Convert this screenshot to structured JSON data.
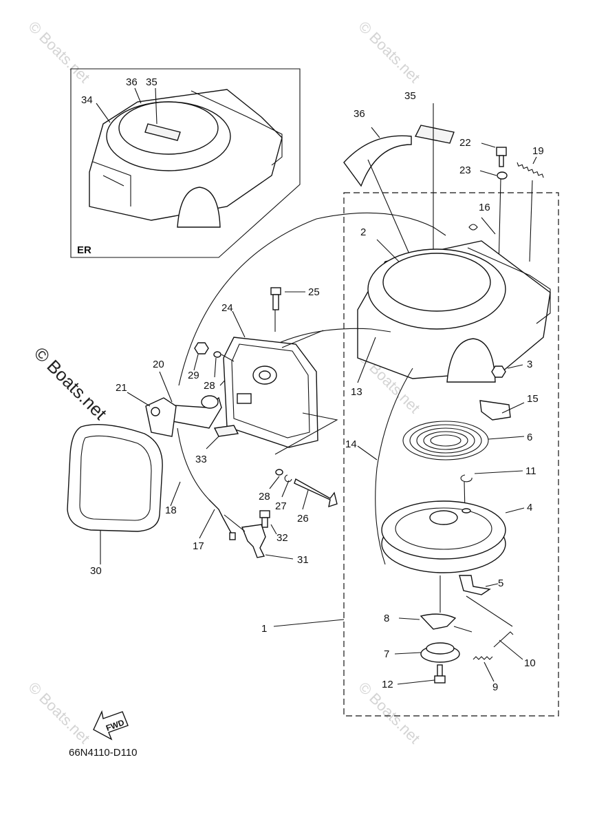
{
  "diagram": {
    "inset_label": "ER",
    "diagram_code": "66N4110-D110",
    "fwd_label": "FWD",
    "watermark": "© Boats.net",
    "callouts": {
      "c1": "1",
      "c2": "2",
      "c3": "3",
      "c4": "4",
      "c5": "5",
      "c6": "6",
      "c7": "7",
      "c8": "8",
      "c9": "9",
      "c10": "10",
      "c11": "11",
      "c12": "12",
      "c13": "13",
      "c14": "14",
      "c15": "15",
      "c16": "16",
      "c17": "17",
      "c18": "18",
      "c19": "19",
      "c20": "20",
      "c21": "21",
      "c22": "22",
      "c23": "23",
      "c24": "24",
      "c25": "25",
      "c26": "26",
      "c27": "27",
      "c28a": "28",
      "c28b": "28",
      "c29": "29",
      "c30": "30",
      "c31": "31",
      "c32": "32",
      "c33": "33",
      "c34": "34",
      "c35": "35",
      "c36": "36",
      "c35i": "35",
      "c36i": "36"
    }
  }
}
